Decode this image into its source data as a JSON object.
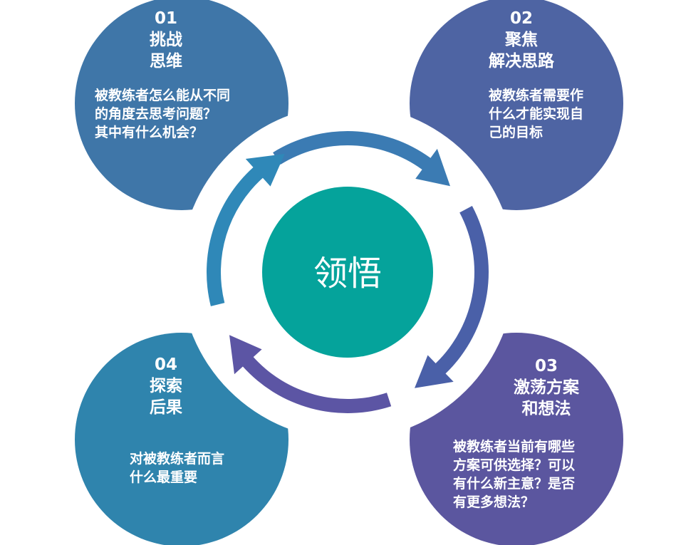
{
  "center": {
    "label": "领悟"
  },
  "steps": [
    {
      "number": "01",
      "title_lines": [
        "挑战",
        "思维"
      ],
      "body_lines": [
        "被教练者怎么能从不同",
        "的角度去思考问题？",
        "其中有什么机会？"
      ]
    },
    {
      "number": "02",
      "title_lines": [
        "聚焦",
        "解决思路"
      ],
      "body_lines": [
        "被教练者需要作",
        "什么才能实现自",
        "己的目标"
      ]
    },
    {
      "number": "03",
      "title_lines": [
        "激荡方案",
        "和想法"
      ],
      "body_lines": [
        "被教练者当前有哪些",
        "方案可供选择？可以",
        "有什么新主意？是否",
        "有更多想法？"
      ]
    },
    {
      "number": "04",
      "title_lines": [
        "探索",
        "后果"
      ],
      "body_lines": [
        "对被教练者而言",
        "什么最重要"
      ]
    }
  ],
  "colors": {
    "step1": "#3f76a8",
    "step2": "#4e64a3",
    "step3": "#5b569f",
    "step4": "#2f84ad",
    "center": "#05a39b",
    "arrow_top": "#3b7bb3",
    "arrow_right": "#4a60a8",
    "arrow_bottom": "#5c55a4",
    "arrow_left": "#2f88b8"
  }
}
